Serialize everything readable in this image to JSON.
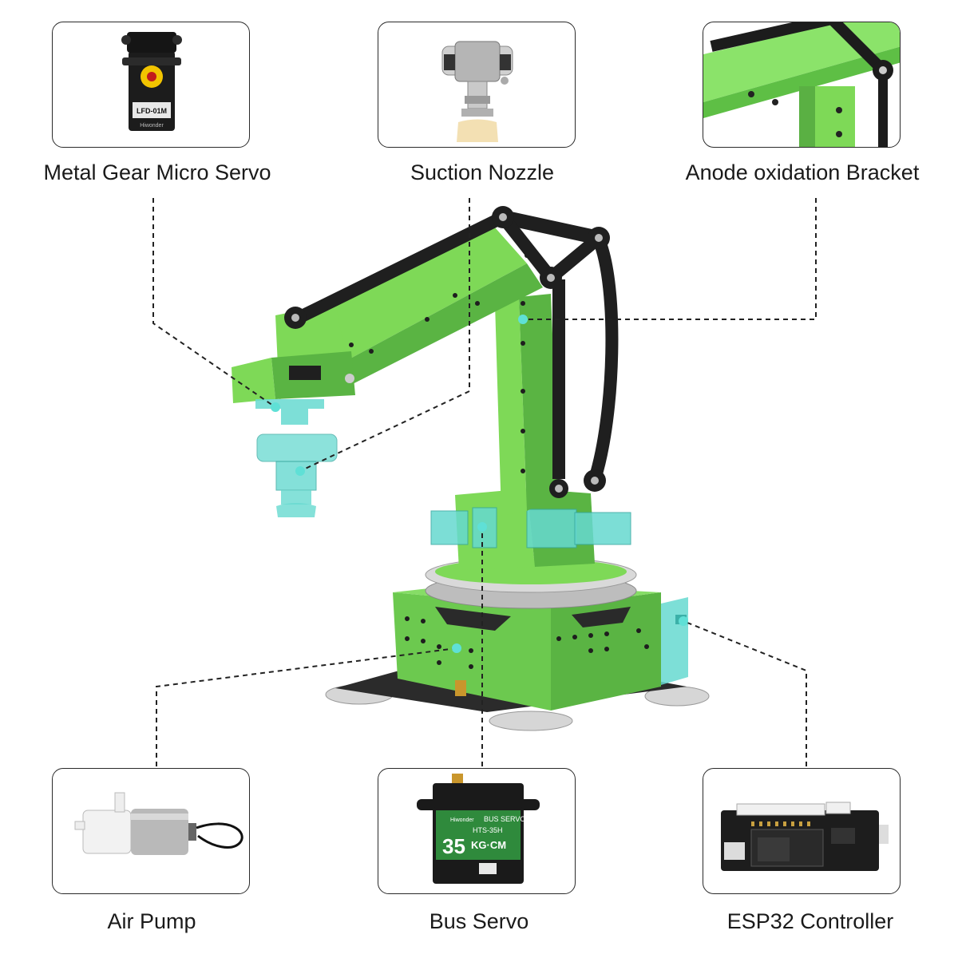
{
  "components": {
    "top": [
      {
        "id": "micro-servo",
        "label": "Metal Gear Micro Servo"
      },
      {
        "id": "suction-nozzle",
        "label": "Suction Nozzle"
      },
      {
        "id": "anode-bracket",
        "label": "Anode oxidation Bracket"
      }
    ],
    "bottom": [
      {
        "id": "air-pump",
        "label": "Air Pump"
      },
      {
        "id": "bus-servo",
        "label": "Bus Servo"
      },
      {
        "id": "esp32-controller",
        "label": "ESP32 Controller"
      }
    ]
  },
  "micro_servo_print": {
    "line1": "LFD-01M",
    "line2": "Hiwonder"
  },
  "bus_servo_print": {
    "brand": "Hiwonder",
    "type": "BUS SERVO",
    "model": "HTS-35H",
    "torque": "35",
    "unit": "KG·CM"
  },
  "colors": {
    "arm_green": "#7ed957",
    "arm_dark": "#4fa83a",
    "link_black": "#1f1f1f",
    "part_cyan": "#66d9d0",
    "leader_line": "#222222",
    "card_border": "#2a2a2a"
  }
}
